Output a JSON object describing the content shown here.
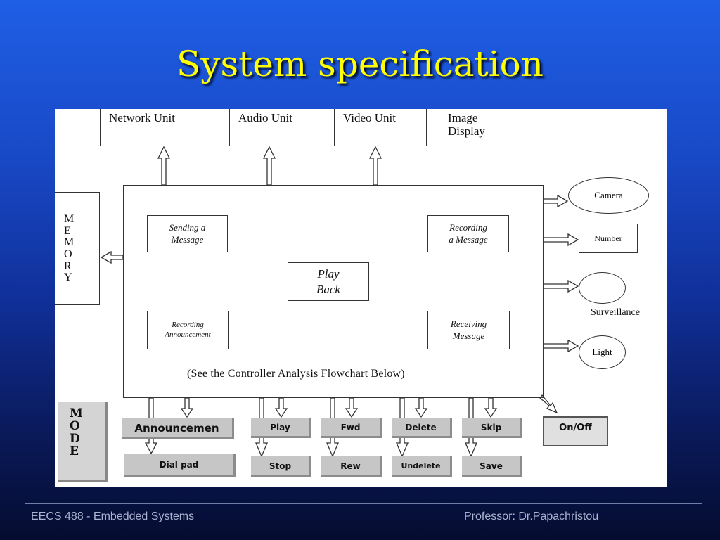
{
  "title": "System specification",
  "units": [
    "Network Unit",
    "Audio Unit",
    "Video Unit",
    "Image Display"
  ],
  "memory_letters": [
    "M",
    "E",
    "M",
    "O",
    "R",
    "Y"
  ],
  "functions": {
    "sending": [
      "Sending a",
      "Message"
    ],
    "recording_message": [
      "Recording",
      "a Message"
    ],
    "play_back": [
      "Play",
      "Back"
    ],
    "recording_announcement": [
      "Recording",
      "Announcement"
    ],
    "receiving": [
      "Receiving",
      "Message"
    ]
  },
  "note": "(See the Controller Analysis Flowchart Below)",
  "peripherals": {
    "camera": "Camera",
    "number": "Number",
    "surveillance": "Surveillance",
    "light": "Light"
  },
  "mode_letters": [
    "M",
    "O",
    "D",
    "E"
  ],
  "buttons": {
    "announcement": "Announcemen",
    "dial_pad": "Dial pad",
    "play": "Play",
    "stop": "Stop",
    "fwd": "Fwd",
    "rew": "Rew",
    "delete": "Delete",
    "undelete": "Undelete",
    "skip": "Skip",
    "save": "Save",
    "on_off": "On/Off"
  },
  "footer": {
    "left": "EECS 488 - Embedded Systems",
    "right": "Professor: Dr.Papachristou"
  },
  "colors": {
    "title": "#ffff00",
    "background_top": "#1f5fe6",
    "background_bottom": "#050c30"
  }
}
